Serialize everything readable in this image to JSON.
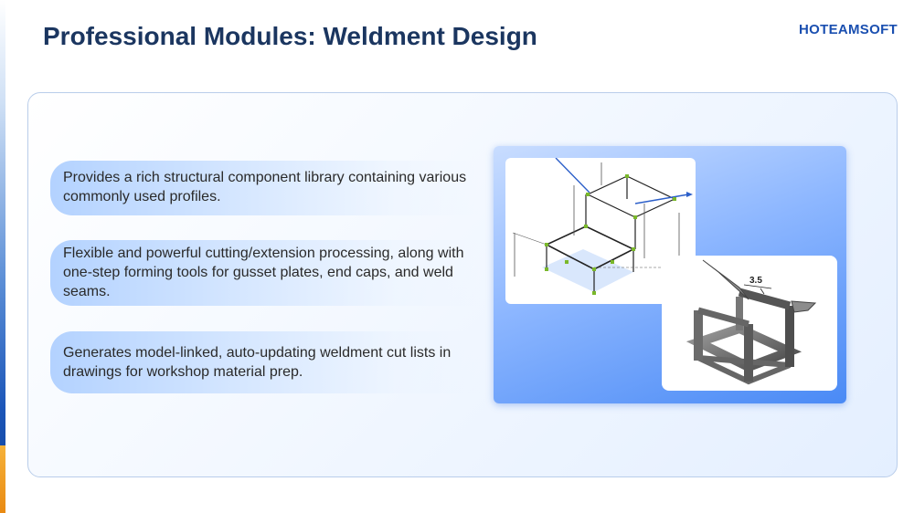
{
  "page": {
    "title": "Professional Modules: Weldment Design",
    "logo": "HOTEAMSOFT"
  },
  "features": [
    {
      "text": "Provides a rich structural component library containing various commonly used profiles."
    },
    {
      "text": "Flexible and powerful cutting/extension processing, along with one-step forming tools for gusset plates, end caps, and weld seams."
    },
    {
      "text": "Generates model-linked, auto-updating weldment cut lists in drawings for workshop material prep."
    }
  ],
  "images": {
    "drawing_icon": "wireframe-sketch-icon",
    "model_icon": "weldment-frame-model-icon",
    "model_label": "3.5"
  },
  "colors": {
    "title": "#1b3660",
    "logo": "#1a4fb0",
    "accent_blue": "#4a8af5",
    "accent_orange": "#e98a12"
  }
}
